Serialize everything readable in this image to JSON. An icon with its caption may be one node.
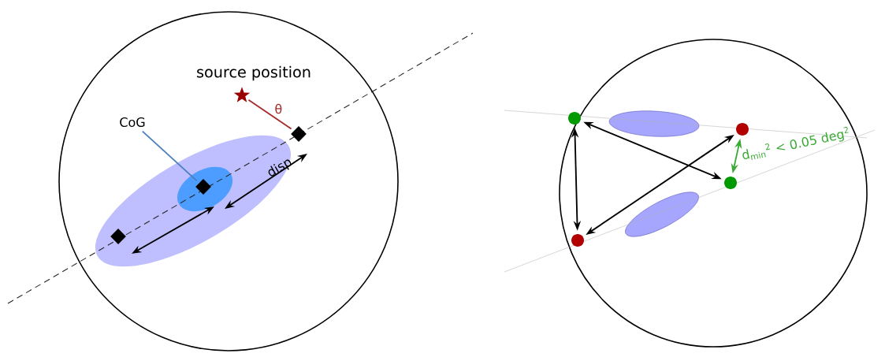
{
  "diagram": {
    "nodes": [
      {
        "text": [],
        "shape": "star",
        "beside": [
          "source position"
        ]
      },
      {
        "text": [],
        "shape": "diamond"
      },
      {
        "text": [
          "CoG"
        ]
      },
      {
        "text": [],
        "shape": "diamond"
      },
      {
        "text": [],
        "shape": "diamond"
      },
      {
        "text": [],
        "shape": "circle"
      },
      {
        "text": [],
        "shape": "circle"
      },
      {
        "text": [],
        "shape": "circle"
      },
      {
        "text": [],
        "shape": "circle"
      }
    ],
    "edges": [
      {
        "from": 0,
        "to": 1,
        "arrow": "none",
        "label": "θ",
        "color": "#a52a2a"
      },
      {
        "from": 2,
        "to": 3,
        "arrow": "none",
        "color": "#4a7fc0"
      },
      {
        "from": 5,
        "to": 8,
        "arrow": "both"
      },
      {
        "from": 5,
        "to": 7,
        "arrow": "both"
      },
      {
        "from": 6,
        "to": 8,
        "arrow": "both"
      },
      {
        "from": 6,
        "to": 7,
        "arrow": "both",
        "color": "#3aaa35",
        "label": "d$_{min}$$^{2}$ < 0.05 deg$^{2}$"
      }
    ],
    "labels": [
      "disp"
    ]
  }
}
